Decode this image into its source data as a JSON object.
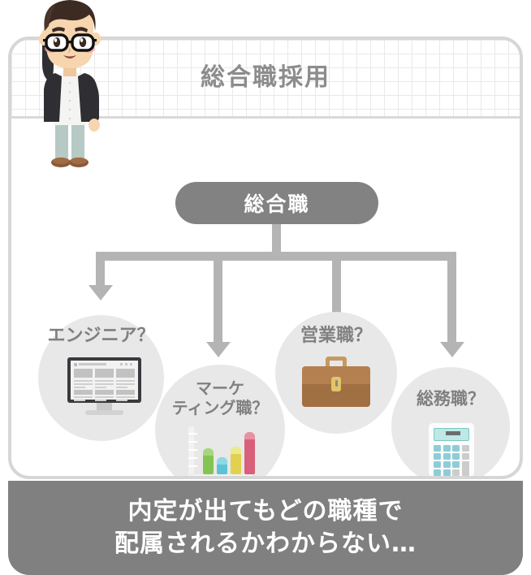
{
  "card": {
    "header_title": "総合職採用",
    "root_node_label": "総合職"
  },
  "branches": [
    {
      "label": "エンジニア？",
      "icon": "desktop-monitor-icon"
    },
    {
      "label": "マーケ\nティング職？",
      "icon": "bar-chart-icon"
    },
    {
      "label": "営業職？",
      "icon": "briefcase-icon"
    },
    {
      "label": "総務職？",
      "icon": "calculator-icon"
    }
  ],
  "banner": {
    "text": "内定が出てもどの職種で\n配属されるかわからない…"
  },
  "chart_icon": {
    "type": "bar",
    "values": [
      62,
      40,
      66,
      100
    ],
    "colors": [
      "#84c452",
      "#5ac4d4",
      "#e0d250",
      "#d9607a"
    ],
    "cap_colors": [
      "#a7d77c",
      "#8ed8e2",
      "#ecea8b",
      "#e991a3"
    ]
  },
  "colors": {
    "accent_gray": "#808080",
    "line_gray": "#b4b4b4",
    "circle_gray": "#e8e8e8",
    "card_border": "#d6d6d6",
    "grid_line": "#e9e9e9"
  },
  "character": {
    "name": "man-with-glasses-illustration",
    "hair": "#3c2b23",
    "skin": "#f7d5ae",
    "jacket": "#2f2f33",
    "shirt": "#f4f4f2",
    "pants": "#b6c9c5",
    "shoes": "#8a5a39",
    "blush": "#f2a0a0"
  }
}
